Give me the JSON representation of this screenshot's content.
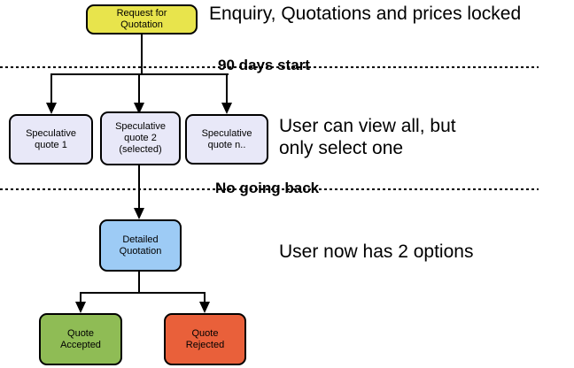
{
  "diagram": {
    "nodes": {
      "request": {
        "label": "Request for\nQuotation",
        "color": "#e8e44c"
      },
      "spec1": {
        "label": "Speculative\nquote 1",
        "color": "#e8e8f8"
      },
      "spec2": {
        "label": "Speculative\nquote 2\n(selected)",
        "color": "#e8e8f8"
      },
      "spec3": {
        "label": "Speculative\nquote n..",
        "color": "#e8e8f8"
      },
      "detailed": {
        "label": "Detailed\nQuotation",
        "color": "#9dcbf5"
      },
      "accepted": {
        "label": "Quote\nAccepted",
        "color": "#8fbc55"
      },
      "rejected": {
        "label": "Quote\nRejected",
        "color": "#e9603a"
      }
    },
    "annotations": {
      "prices_locked": "Enquiry, Quotations and prices locked",
      "days_start": "90 days start",
      "view_all": "User can view all, but\nonly select one",
      "no_going_back": "No going back",
      "two_options": "User now has 2 options"
    },
    "line_color": "#000000"
  }
}
